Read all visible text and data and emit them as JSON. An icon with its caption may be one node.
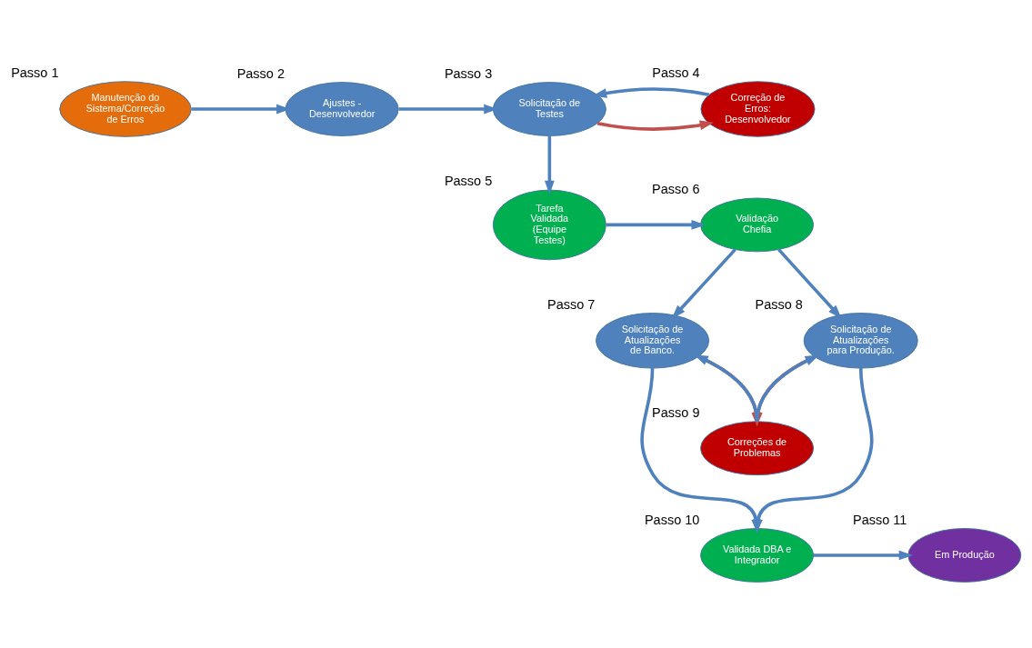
{
  "diagram": {
    "nodes": [
      {
        "text": [
          "Manutenção do Sistema/Correção de Erros"
        ],
        "beside": [
          "Passo 1"
        ]
      },
      {
        "text": [
          "Ajustes - Desenvolvedor"
        ],
        "beside": [
          "Passo 2"
        ]
      },
      {
        "text": [
          "Solicitação de Testes"
        ],
        "beside": [
          "Passo 3"
        ]
      },
      {
        "text": [
          "Correção de Erros: Desenvolvedor"
        ],
        "beside": [
          "Passo 4"
        ]
      },
      {
        "text": [
          "Tarefa Validada (Equipe Testes)"
        ],
        "beside": [
          "Passo 5"
        ]
      },
      {
        "text": [
          "Validação Chefia"
        ],
        "beside": [
          "Passo 6"
        ]
      },
      {
        "text": [
          "Solicitação de Atualizações de Banco."
        ],
        "beside": [
          "Passo 7"
        ]
      },
      {
        "text": [
          "Solicitação de Atualizações para Produção."
        ],
        "beside": [
          "Passo 8"
        ]
      },
      {
        "text": [
          "Correções de Problemas"
        ],
        "beside": [
          "Passo 9"
        ]
      },
      {
        "text": [
          "Validada DBA e Integrador"
        ],
        "beside": [
          "Passo 10"
        ]
      },
      {
        "text": [
          "Em Produção"
        ],
        "beside": [
          "Passo 11"
        ]
      }
    ],
    "edges": [
      {
        "from": 0,
        "to": 1,
        "arrow": "to"
      },
      {
        "from": 1,
        "to": 2,
        "arrow": "to"
      },
      {
        "from": 2,
        "to": 3,
        "arrow": "to",
        "color": "#c0504d"
      },
      {
        "from": 3,
        "to": 2,
        "arrow": "to"
      },
      {
        "from": 2,
        "to": 4,
        "arrow": "to"
      },
      {
        "from": 4,
        "to": 5,
        "arrow": "to"
      },
      {
        "from": 5,
        "to": 6,
        "arrow": "to"
      },
      {
        "from": 5,
        "to": 7,
        "arrow": "to"
      },
      {
        "from": 6,
        "to": 8,
        "arrow": "to",
        "color": "#c0504d"
      },
      {
        "from": 8,
        "to": 6,
        "arrow": "to"
      },
      {
        "from": 7,
        "to": 8,
        "arrow": "to",
        "color": "#c0504d"
      },
      {
        "from": 8,
        "to": 7,
        "arrow": "to"
      },
      {
        "from": 6,
        "to": 9,
        "arrow": "to"
      },
      {
        "from": 7,
        "to": 9,
        "arrow": "to"
      },
      {
        "from": 9,
        "to": 10,
        "arrow": "to"
      }
    ]
  }
}
